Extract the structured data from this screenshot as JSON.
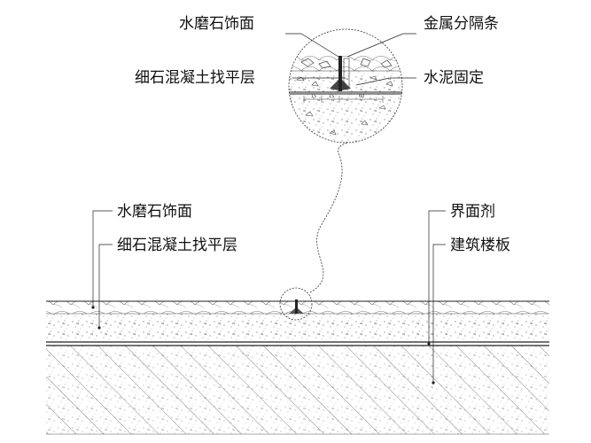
{
  "detail_labels": {
    "top_left_1": "水磨石饰面",
    "top_left_2": "细石混凝土找平层",
    "top_right_1": "金属分隔条",
    "top_right_2": "水泥固定"
  },
  "section_labels": {
    "left_1": "水磨石饰面",
    "left_2": "细石混凝土找平层",
    "right_1": "界面剂",
    "right_2": "建筑楼板"
  },
  "dimensions": [
    "15",
    "15",
    "60"
  ],
  "colors": {
    "line": "#222222",
    "text": "#111111"
  }
}
